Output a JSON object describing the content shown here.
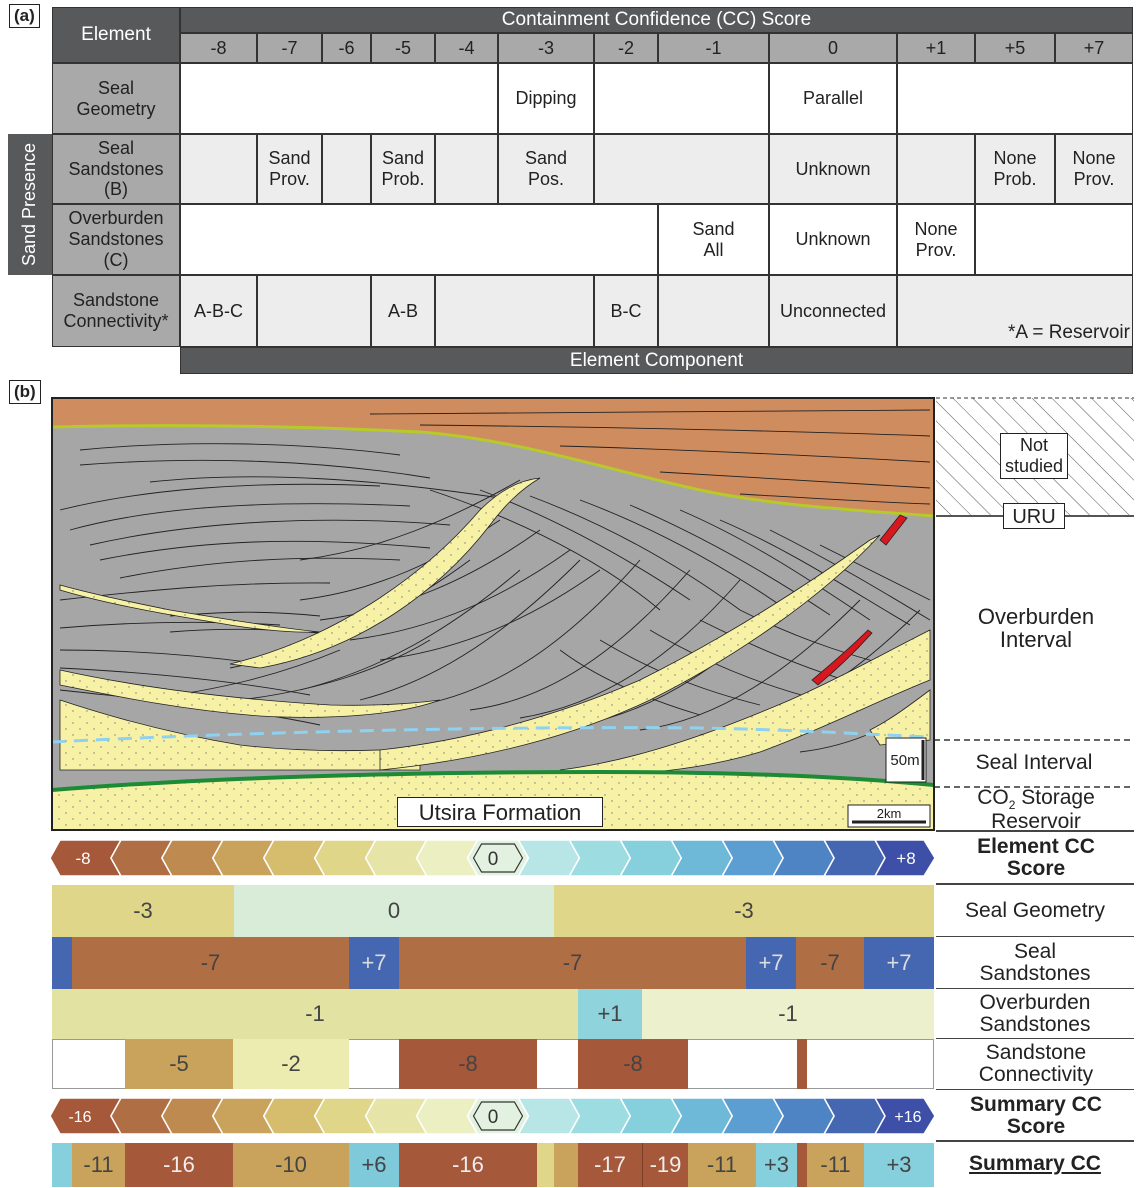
{
  "panel_a": {
    "label": "(a)",
    "element_header": "Element",
    "cc_header": "Containment Confidence (CC) Score",
    "scores": [
      "-8",
      "-7",
      "-6",
      "-5",
      "-4",
      "-3",
      "-2",
      "-1",
      "0",
      "+1",
      "+5",
      "+7"
    ],
    "sand_presence": "Sand Presence",
    "element_component": "Element Component",
    "rows": {
      "seal_geometry": {
        "label": "Seal Geometry",
        "dipping": "Dipping",
        "parallel": "Parallel"
      },
      "seal_sandstones": {
        "label": "Seal Sandstones (B)",
        "sand_prov": "Sand Prov.",
        "sand_prob": "Sand Prob.",
        "sand_pos": "Sand Pos.",
        "unknown": "Unknown",
        "none_prob": "None Prob.",
        "none_prov": "None Prov."
      },
      "overburden_sandstones": {
        "label": "Overburden Sandstones (C)",
        "sand_all": "Sand All",
        "unknown": "Unknown",
        "none_prov": "None Prov."
      },
      "sandstone_connectivity": {
        "label": "Sandstone Connectivity*",
        "abc": "A-B-C",
        "ab": "A-B",
        "bc": "B-C",
        "unconnected": "Unconnected",
        "note": "*A = Reservoir"
      }
    }
  },
  "panel_b": {
    "label": "(b)",
    "not_studied": "Not studied",
    "uru": "URU",
    "overburden_interval": "Overburden Interval",
    "seal_interval": "Seal Interval",
    "co2_reservoir_pre": "CO",
    "co2_reservoir_sub": "2",
    "co2_reservoir_post": " Storage Reservoir",
    "utsira": "Utsira Formation",
    "scale_vertical": "50m",
    "scale_horizontal": "2km",
    "element_cc_score": "Element CC Score",
    "element_scale_left": "-8",
    "element_scale_mid": "0",
    "element_scale_right": "+8",
    "summary_cc_score": "Summary CC Score",
    "summary_scale_left": "-16",
    "summary_scale_mid": "0",
    "summary_scale_right": "+16",
    "seal_geometry_label": "Seal Geometry",
    "seal_sandstones_label": "Seal Sandstones",
    "overburden_sandstones_label": "Overburden Sandstones",
    "sandstone_connectivity_label": "Sandstone Connectivity",
    "summary_cc_label": "Summary CC",
    "seal_geometry_values": [
      "-3",
      "0",
      "-3"
    ],
    "seal_sandstones_values": [
      "-7",
      "+7",
      "-7",
      "+7",
      "-7",
      "+7"
    ],
    "overburden_values": [
      "-1",
      "+1",
      "-1"
    ],
    "connectivity_values": [
      "-5",
      "-2",
      "-8",
      "-8"
    ],
    "summary_values": [
      "-11",
      "-16",
      "-10",
      "+6",
      "-16",
      "-17",
      "-19",
      "-11",
      "+3",
      "-11",
      "+3"
    ],
    "colors": {
      "neg8": "#a5583a",
      "neg7": "#b06e45",
      "neg5": "#c9a35b",
      "neg3": "#dfd68a",
      "neg2": "#ecebb0",
      "neg1": "#e2e3a3",
      "zero": "#d8ecd8",
      "pos1": "#8fd3dd",
      "pos3": "#86cfdc",
      "pos6": "#7ec9da",
      "pos7": "#4566b0",
      "orange": "#cf8c5f",
      "grey": "#a6a6a6",
      "sand": "#f7f1a6",
      "red": "#d8171e",
      "green": "#1d8a35",
      "lime": "#b8c92a",
      "blue_dash": "#8fd1f0"
    }
  }
}
